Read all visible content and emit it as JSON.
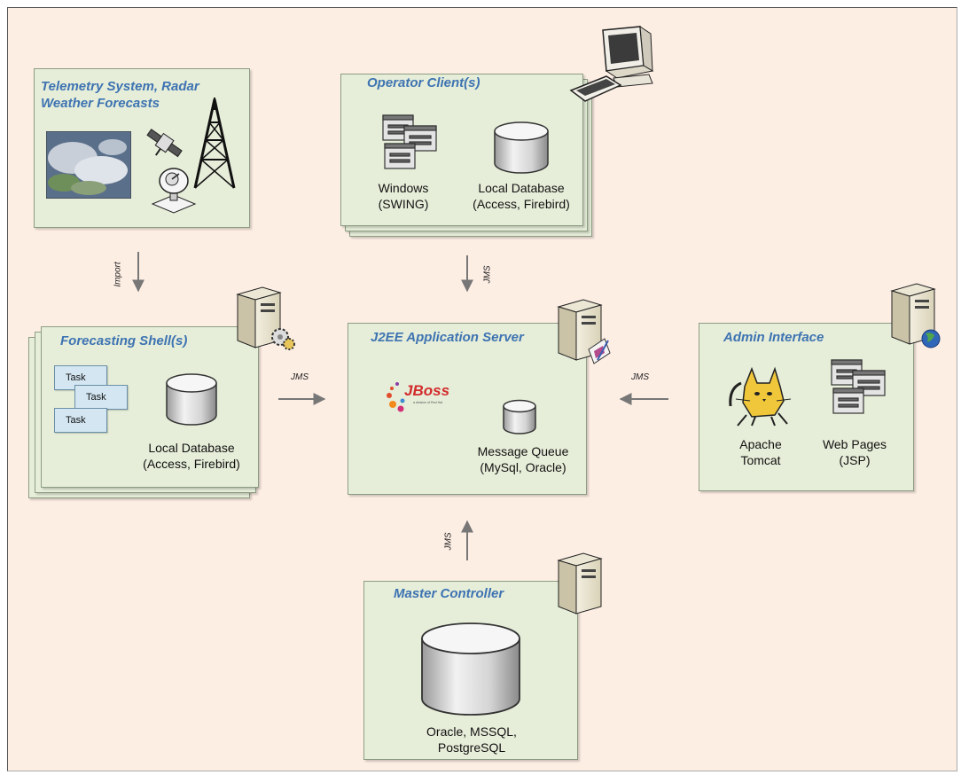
{
  "nodes": {
    "telemetry": {
      "title_line1": "Telemetry System, Radar",
      "title_line2": "Weather Forecasts"
    },
    "operator": {
      "title": "Operator Client(s)",
      "windows_line1": "Windows",
      "windows_line2": "(SWING)",
      "db_line1": "Local Database",
      "db_line2": "(Access, Firebird)"
    },
    "forecasting": {
      "title": "Forecasting Shell(s)",
      "task1": "Task",
      "task2": "Task",
      "task3": "Task",
      "db_line1": "Local Database",
      "db_line2": "(Access, Firebird)"
    },
    "j2ee": {
      "title": "J2EE Application Server",
      "jboss_logo": "JBoss",
      "jboss_tagline": "a division of Red Hat",
      "mq_line1": "Message Queue",
      "mq_line2": "(MySql, Oracle)"
    },
    "admin": {
      "title": "Admin Interface",
      "tomcat_line1": "Apache",
      "tomcat_line2": "Tomcat",
      "web_line1": "Web Pages",
      "web_line2": "(JSP)"
    },
    "master": {
      "title": "Master Controller",
      "db_line1": "Oracle, MSSQL,",
      "db_line2": "PostgreSQL"
    }
  },
  "edges": [
    {
      "from": "telemetry",
      "to": "forecasting",
      "label": "Import"
    },
    {
      "from": "operator",
      "to": "j2ee",
      "label": "JMS"
    },
    {
      "from": "forecasting",
      "to": "j2ee",
      "label": "JMS"
    },
    {
      "from": "admin",
      "to": "j2ee",
      "label": "JMS"
    },
    {
      "from": "master",
      "to": "j2ee",
      "label": "JMS"
    }
  ],
  "icons": {
    "telemetry": [
      "satellite-image-icon",
      "satellite-icon",
      "radio-tower-icon",
      "radar-dish-icon"
    ],
    "operator": [
      "desktop-computer-icon",
      "windows-icon",
      "database-icon"
    ],
    "forecasting": [
      "server-gears-icon",
      "database-icon"
    ],
    "j2ee": [
      "server-app-icon",
      "jboss-logo-icon",
      "database-icon"
    ],
    "admin": [
      "server-globe-icon",
      "tomcat-icon",
      "windows-icon"
    ],
    "master": [
      "server-icon",
      "database-icon"
    ]
  },
  "colors": {
    "background": "#fdeee4",
    "box_fill": "#e6eed9",
    "title_blue": "#3e73b2",
    "arrow": "#777777",
    "task_fill": "#d3e6f2"
  }
}
